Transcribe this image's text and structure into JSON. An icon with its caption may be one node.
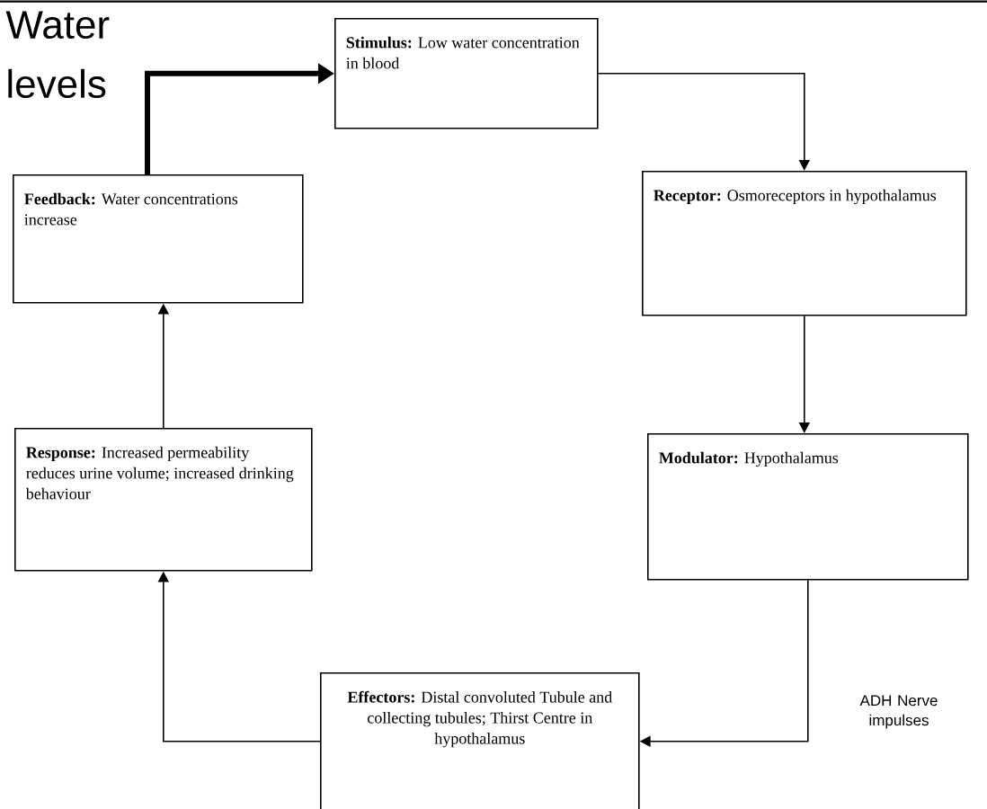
{
  "diagram": {
    "title": "Water levels",
    "nodes": [
      {
        "text": [
          "**Stimulus:** Low water concentration in blood"
        ]
      },
      {
        "text": [
          "**Feedback:** Water concentrations increase"
        ]
      },
      {
        "text": [
          "**Receptor:** Osmoreceptors in hypothalamus"
        ]
      },
      {
        "text": [
          "**Response:** Increased permeability reduces urine volume; increased drinking behaviour"
        ]
      },
      {
        "text": [
          "**Modulator:** Hypothalamus"
        ]
      },
      {
        "text": [
          "**Effectors:** Distal convoluted Tubule and collecting tubules; Thirst Centre in hypothalamus"
        ]
      }
    ],
    "edges": [
      {
        "from": 1,
        "to": 0,
        "arrow": "to",
        "style": "thick"
      },
      {
        "from": 0,
        "to": 2,
        "arrow": "to"
      },
      {
        "from": 2,
        "to": 4,
        "arrow": "to"
      },
      {
        "from": 4,
        "to": 5,
        "arrow": "to",
        "label": "ADH Nerve impulses"
      },
      {
        "from": 5,
        "to": 3,
        "arrow": "to"
      },
      {
        "from": 3,
        "to": 1,
        "arrow": "to"
      }
    ]
  }
}
